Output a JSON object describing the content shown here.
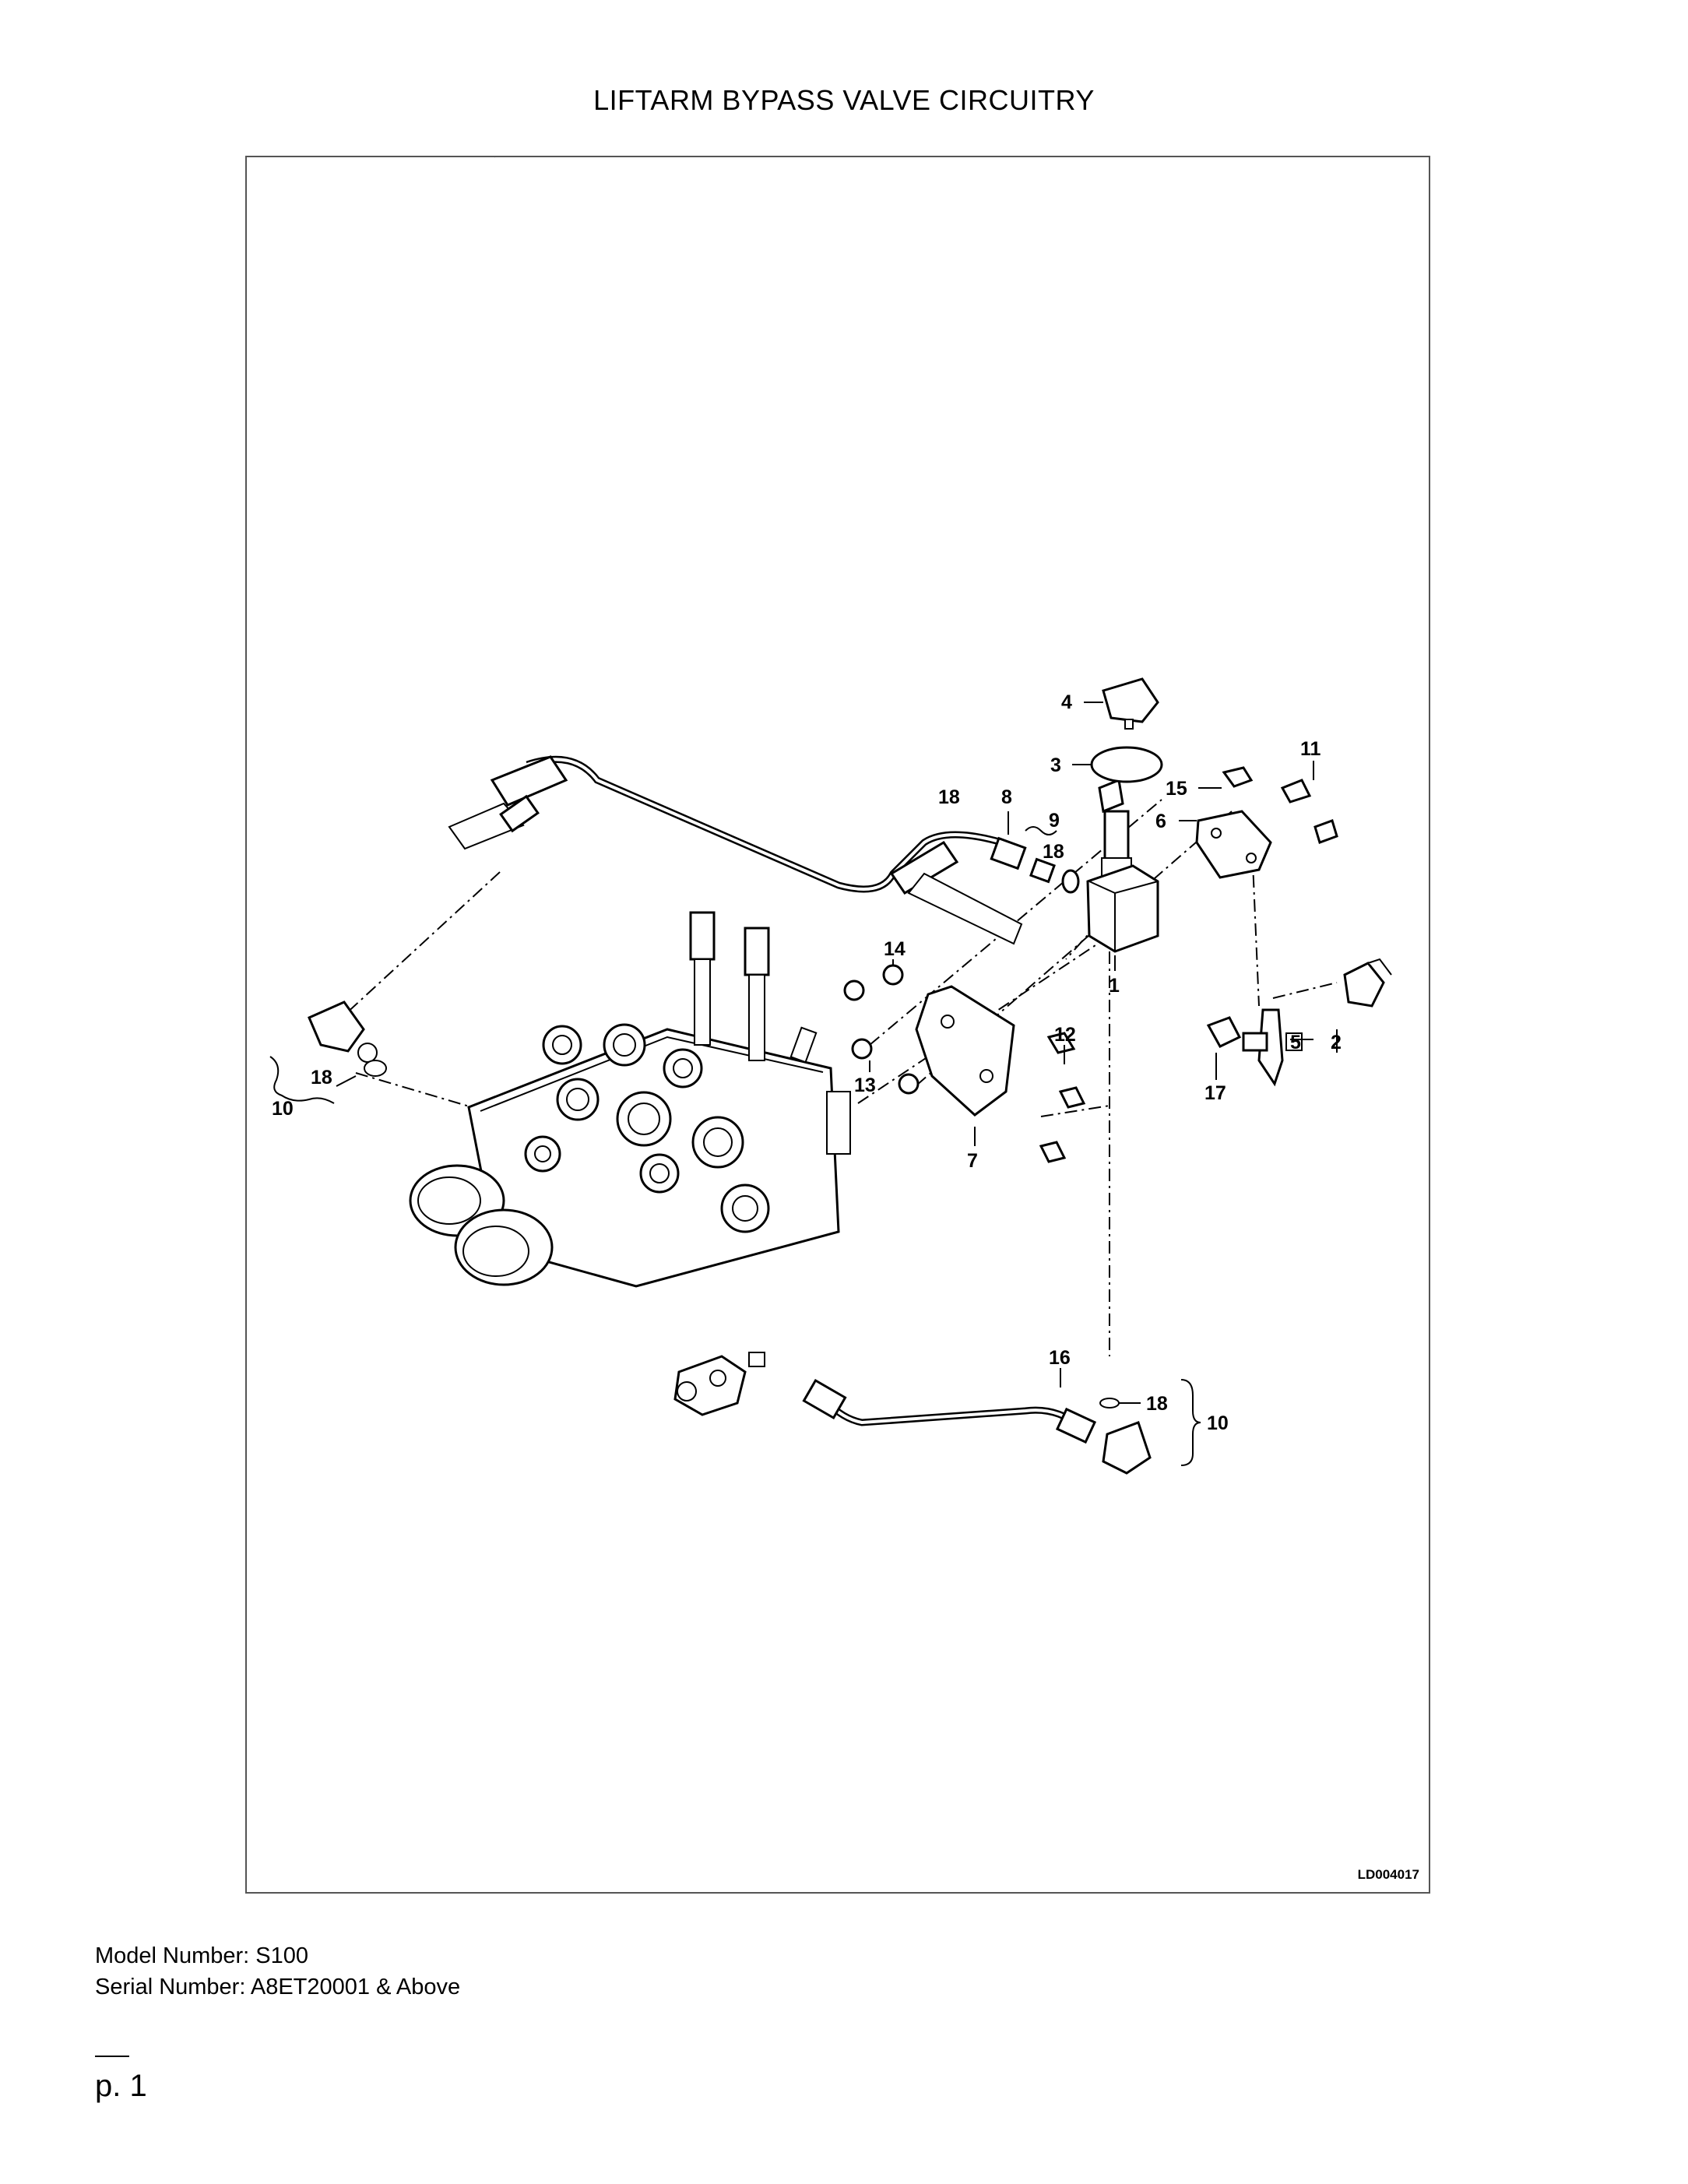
{
  "title": "LIFTARM BYPASS VALVE CIRCUITRY",
  "drawing_id": "LD004017",
  "callouts": {
    "c1": "1",
    "c2": "2",
    "c3": "3",
    "c4": "4",
    "c5": "5",
    "c6": "6",
    "c7": "7",
    "c8": "8",
    "c9": "9",
    "c10a": "10",
    "c10b": "10",
    "c11": "11",
    "c12": "12",
    "c13": "13",
    "c14": "14",
    "c15": "15",
    "c16": "16",
    "c17": "17",
    "c18a": "18",
    "c18b": "18",
    "c18c": "18",
    "c18d": "18"
  },
  "model_line": "Model Number: S100",
  "serial_line": "Serial Number: A8ET20001 & Above",
  "page_label": "p. 1"
}
